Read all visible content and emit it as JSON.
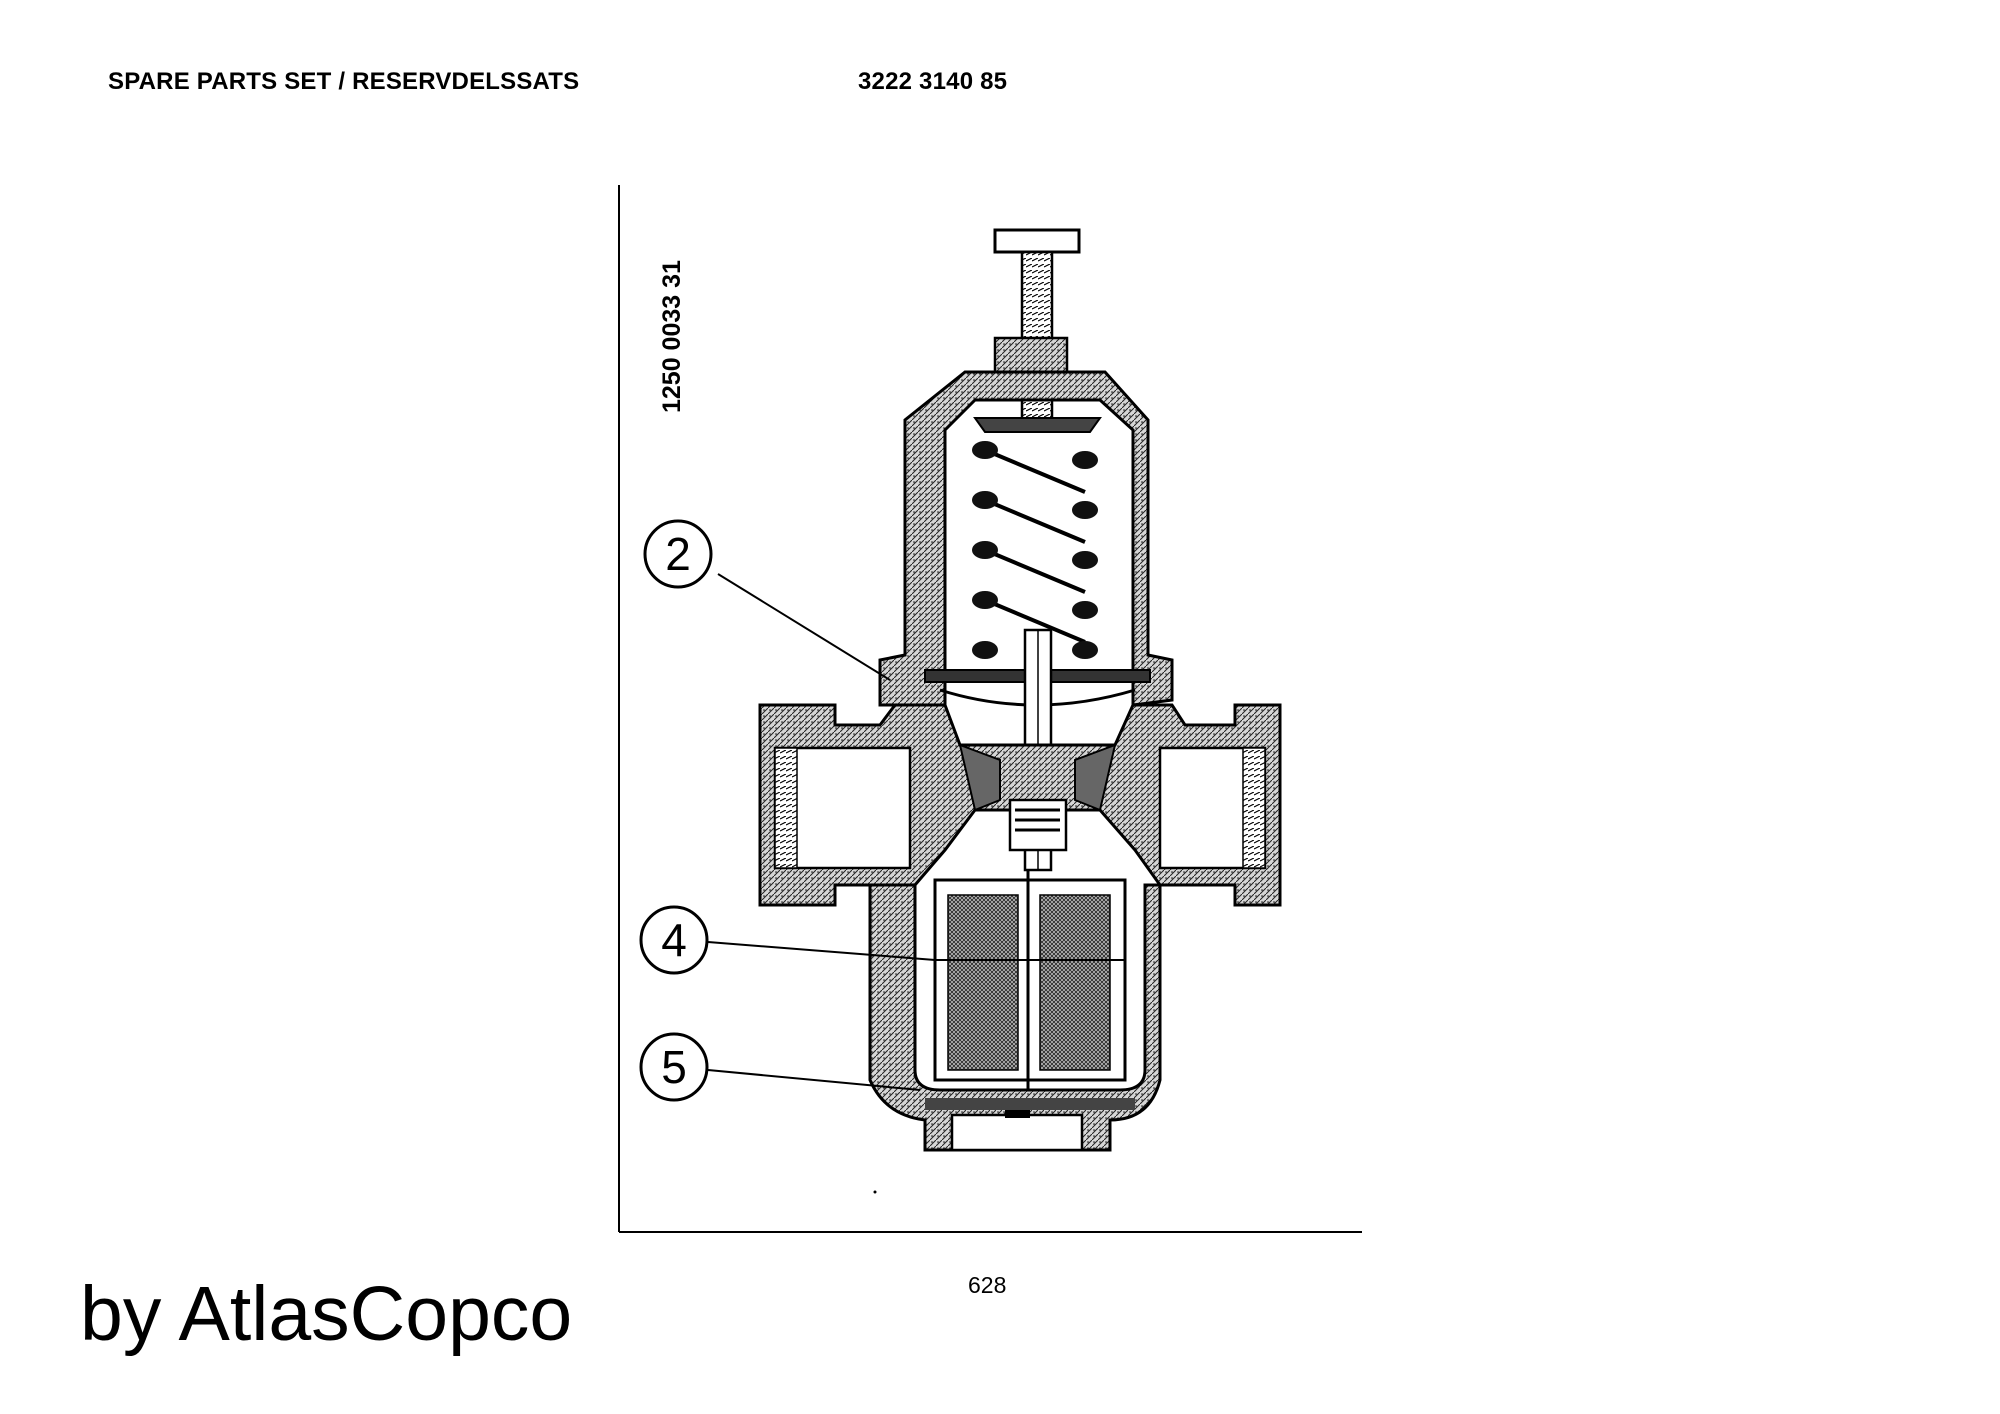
{
  "header": {
    "title": "SPARE PARTS SET / RESERVDELSSATS",
    "part_number": "3222 3140 85"
  },
  "figure": {
    "drawing_number": "1250 0033 31",
    "callouts": [
      {
        "label": "2"
      },
      {
        "label": "4"
      },
      {
        "label": "5"
      }
    ]
  },
  "page_number": "628",
  "footer": {
    "brand": "by AtlasCopco"
  }
}
